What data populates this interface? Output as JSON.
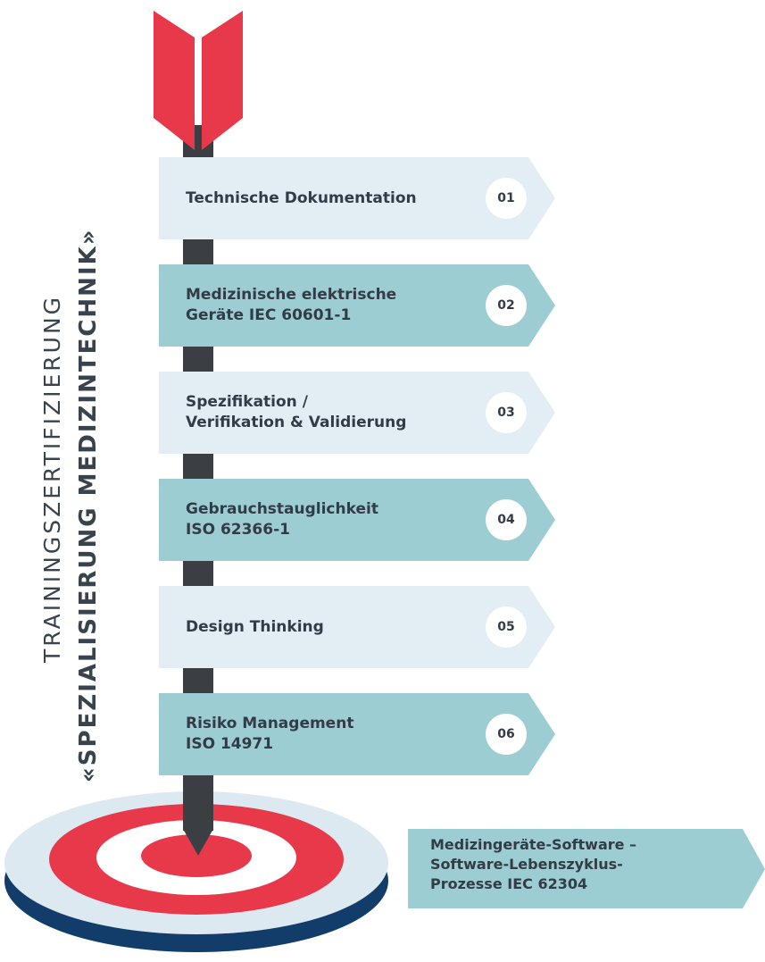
{
  "title": {
    "line1": "TRAININGSZERTIFIZIERUNG",
    "line2": "«SPEZIALISIERUNG MEDIZINTECHNIK»"
  },
  "steps": [
    {
      "number": "01",
      "lines": [
        "Technische Dokumentation"
      ]
    },
    {
      "number": "02",
      "lines": [
        "Medizinische elektrische",
        "Geräte IEC 60601-1"
      ]
    },
    {
      "number": "03",
      "lines": [
        "Spezifikation /",
        "Verifikation & Validierung"
      ]
    },
    {
      "number": "04",
      "lines": [
        "Gebrauchstauglichkeit",
        "ISO 62366-1"
      ]
    },
    {
      "number": "05",
      "lines": [
        "Design Thinking"
      ]
    },
    {
      "number": "06",
      "lines": [
        "Risiko Management",
        "ISO 14971"
      ]
    }
  ],
  "final_step": {
    "lines": [
      "Medizingeräte-Software –",
      "Software-Lebenszyklus-",
      "Prozesse IEC 62304"
    ]
  },
  "colors": {
    "flag_light": "#e3edf4",
    "flag_teal": "#9ccdd3",
    "shaft": "#3b3f44",
    "fletching": "#e8394b",
    "target_red": "#e8394b",
    "target_light": "#dce9f1",
    "target_base": "#123d6a",
    "text": "#333c46"
  }
}
